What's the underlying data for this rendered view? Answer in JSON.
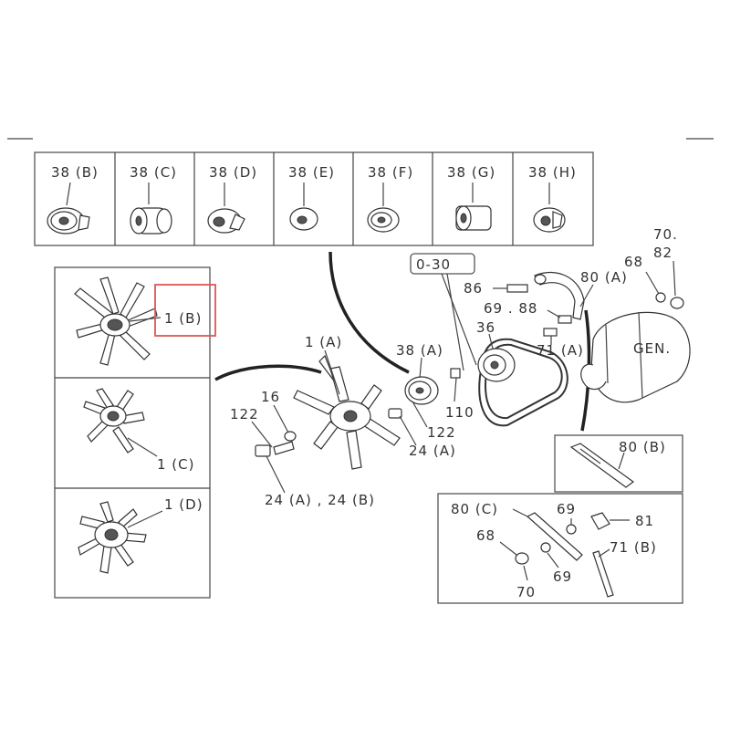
{
  "pulley_variants": [
    "38 (B)",
    "38 (C)",
    "38 (D)",
    "38 (E)",
    "38 (F)",
    "38 (G)",
    "38 (H)"
  ],
  "fan_variants": {
    "b": "1 (B)",
    "c": "1 (C)",
    "d": "1 (D)"
  },
  "main_labels": {
    "fan_a": "1 (A)",
    "idler_a": "38 (A)",
    "p16": "16",
    "p122_left": "122",
    "p122_right": "122",
    "p110": "110",
    "p24a": "24 (A)",
    "p24ab": "24 (A) , 24 (B)",
    "p36": "36",
    "ref_030": "0-30",
    "p86": "86",
    "p6988": "69 . 88",
    "p71a": "71 (A)",
    "p80a": "80 (A)",
    "p68": "68",
    "p7082_top": "70.",
    "p7082_bottom": "82",
    "gen": "GEN."
  },
  "bracket_b": {
    "title": "80 (B)"
  },
  "bracket_c": {
    "p80c": "80 (C)",
    "p69_top": "69",
    "p81": "81",
    "p68": "68",
    "p71b": "71 (B)",
    "p69_bottom": "69",
    "p70": "70"
  },
  "colors": {
    "line": "#444444",
    "highlight": "#e05555"
  }
}
